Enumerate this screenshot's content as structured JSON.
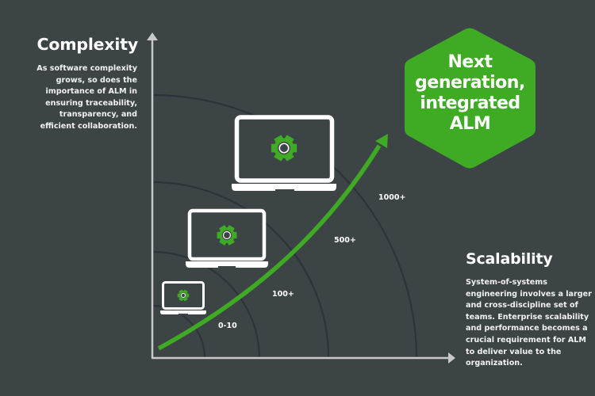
{
  "colors": {
    "background": "#3d4446",
    "accent_green": "#3faa24",
    "axis": "#c8c9ca",
    "arc": "#2b3539",
    "laptop": "#ffffff"
  },
  "complexity": {
    "title": "Complexity",
    "description": "As software complexity grows, so does the importance of ALM in ensuring traceability, transparency, and efficient collaboration."
  },
  "scalability": {
    "title": "Scalability",
    "description": "System-of-systems engineering involves a larger and cross-discipline set of teams. Enterprise scalability and performance becomes a crucial requirement for ALM to deliver value to the organization."
  },
  "badge": {
    "lines": [
      "Next",
      "generation,",
      "integrated",
      "ALM"
    ]
  },
  "tiers": [
    {
      "label": "0-10"
    },
    {
      "label": "100+"
    },
    {
      "label": "500+"
    },
    {
      "label": "1000+"
    }
  ],
  "icons": {
    "laptop": "laptop-icon",
    "gear": "gear-icon",
    "growth_arrow": "growth-arrow-icon"
  }
}
